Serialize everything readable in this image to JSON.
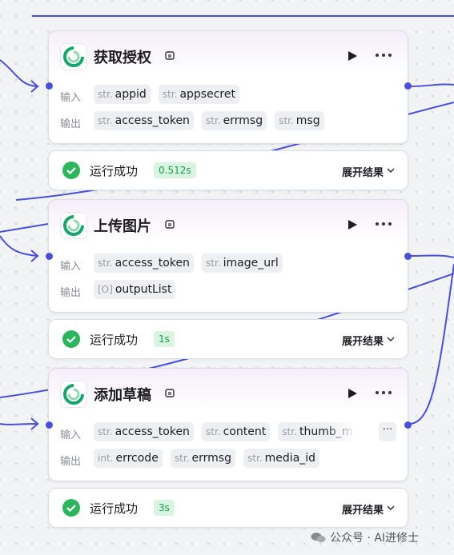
{
  "labels": {
    "input": "输入",
    "output": "输出"
  },
  "nodes": [
    {
      "title": "获取授权",
      "inputs": [
        {
          "type": "str.",
          "name": "appid"
        },
        {
          "type": "str.",
          "name": "appsecret"
        }
      ],
      "outputs": [
        {
          "type": "str.",
          "name": "access_token"
        },
        {
          "type": "str.",
          "name": "errmsg"
        },
        {
          "type": "str.",
          "name": "msg"
        }
      ],
      "status": {
        "text": "运行成功",
        "duration": "0.512s",
        "expand": "展开结果"
      }
    },
    {
      "title": "上传图片",
      "inputs": [
        {
          "type": "str.",
          "name": "access_token"
        },
        {
          "type": "str.",
          "name": "image_url"
        }
      ],
      "outputs": [
        {
          "type": "[O]",
          "name": "outputList"
        }
      ],
      "status": {
        "text": "运行成功",
        "duration": "1s",
        "expand": "展开结果"
      }
    },
    {
      "title": "添加草稿",
      "inputs": [
        {
          "type": "str.",
          "name": "access_token"
        },
        {
          "type": "str.",
          "name": "content"
        },
        {
          "type": "str.",
          "name": "thumb_m"
        }
      ],
      "more_label": "···",
      "outputs": [
        {
          "type": "int.",
          "name": "errcode"
        },
        {
          "type": "str.",
          "name": "errmsg"
        },
        {
          "type": "str.",
          "name": "media_id"
        }
      ],
      "status": {
        "text": "运行成功",
        "duration": "3s",
        "expand": "展开结果"
      }
    }
  ],
  "watermark": "公众号 · AI进修士",
  "colors": {
    "edge": "#4a4fd8",
    "success": "#2db55d",
    "badge_bg": "#d9f4e1",
    "logo": "#1aa36f"
  }
}
